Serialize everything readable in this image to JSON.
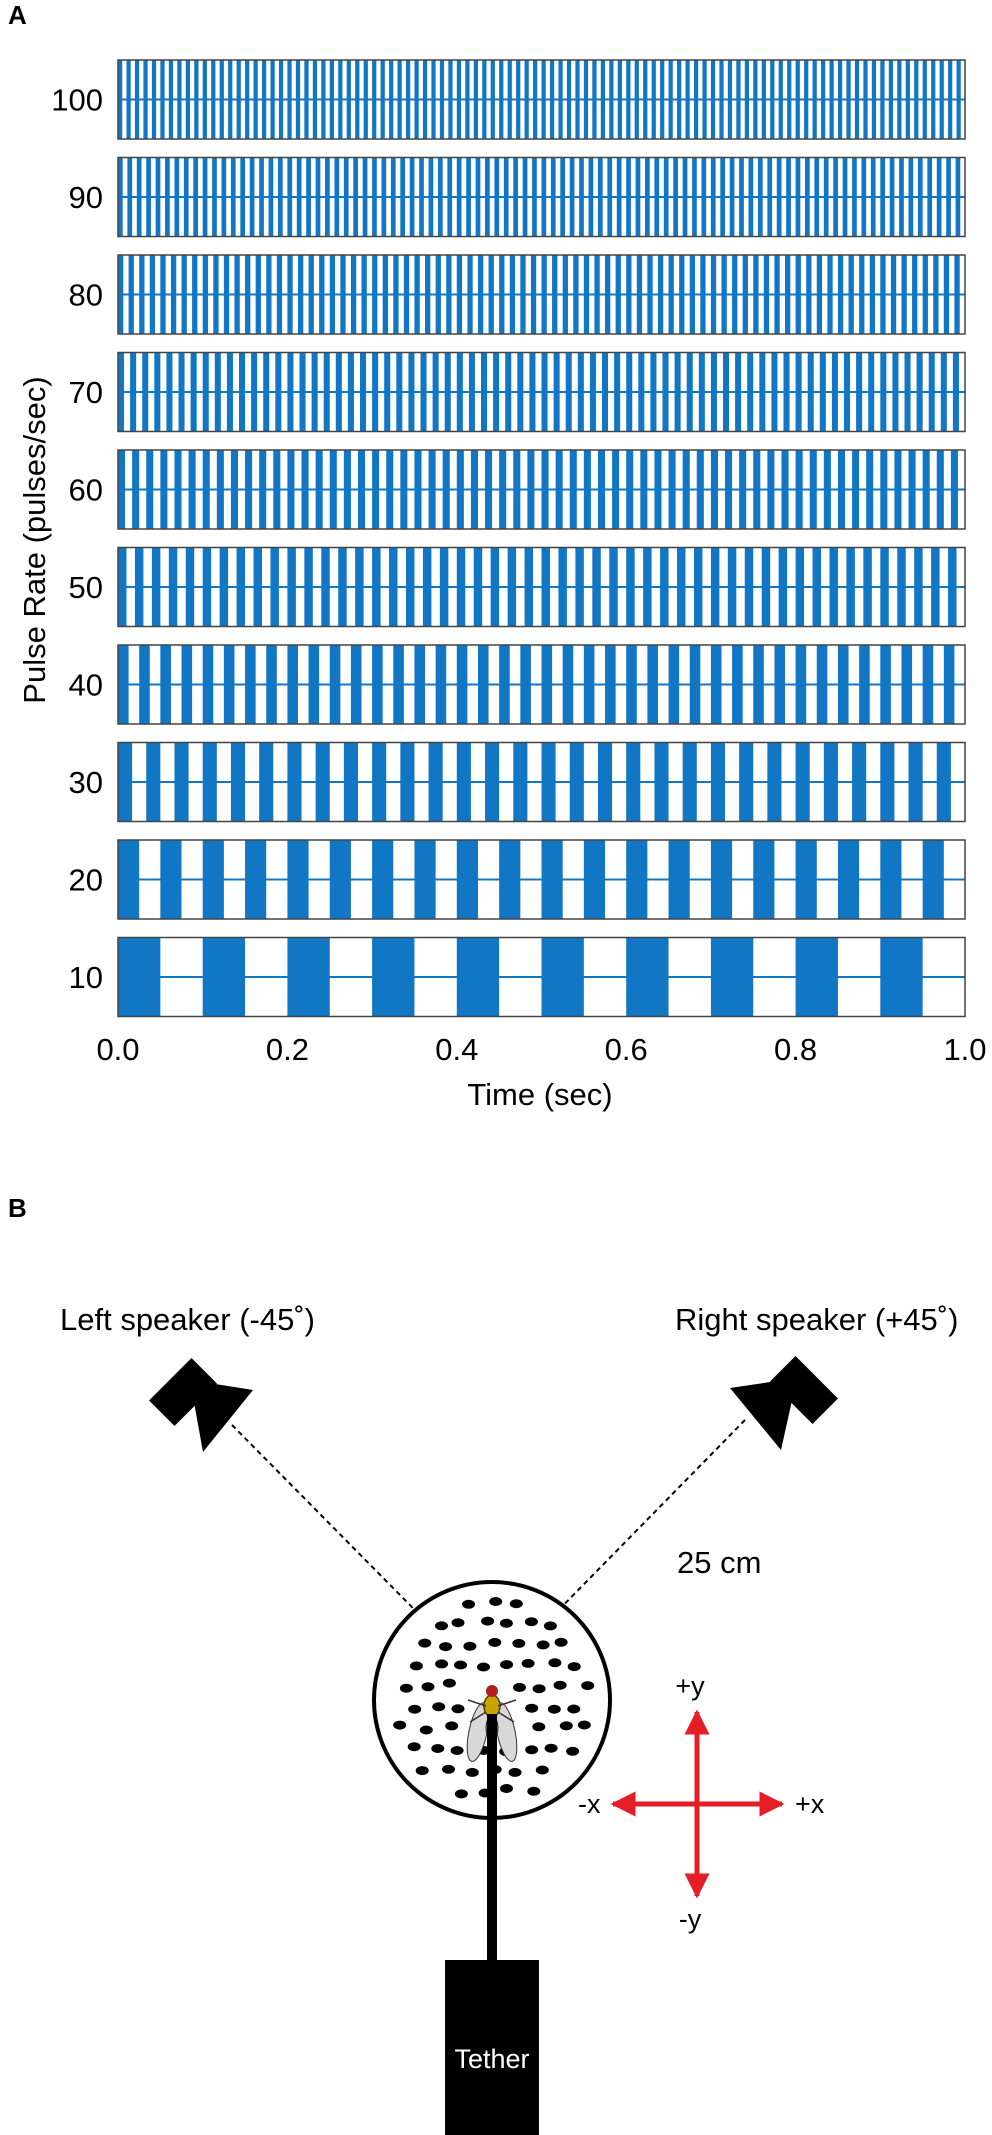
{
  "panel_a": {
    "letter": "A",
    "chart_data": {
      "type": "pulse-train",
      "xlabel": "Time (sec)",
      "ylabel": "Pulse Rate (pulses/sec)",
      "xlim": [
        0,
        1
      ],
      "x_ticks": [
        "0.0",
        "0.2",
        "0.4",
        "0.6",
        "0.8",
        "1.0"
      ],
      "rates": [
        100,
        90,
        80,
        70,
        60,
        50,
        40,
        30,
        20,
        10
      ],
      "duty_cycle": 0.5,
      "color": "#1177c4",
      "grid": false,
      "legend": "none"
    }
  },
  "panel_b": {
    "letter": "B",
    "left_speaker_label": "Left speaker (-45˚)",
    "right_speaker_label": "Right speaker (+45˚)",
    "distance_label": "25 cm",
    "tether_label": "Tether",
    "axis_labels": {
      "plus_y": "+y",
      "minus_y": "-y",
      "plus_x": "+x",
      "minus_x": "-x"
    },
    "arrow_color": "#e41e26"
  }
}
